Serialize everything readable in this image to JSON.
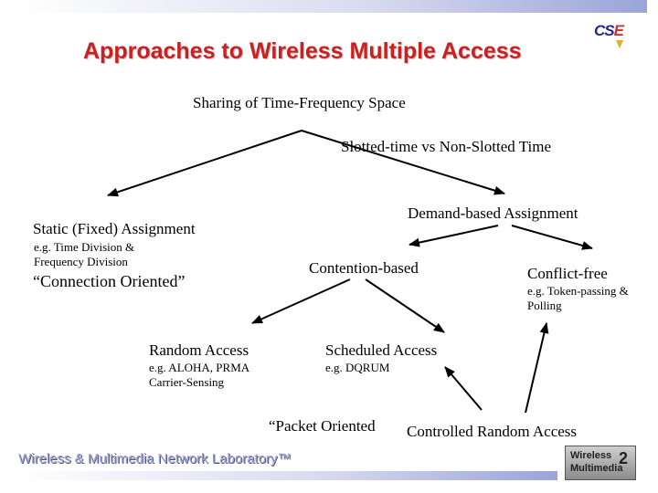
{
  "title": "Approaches to Wireless Multiple Access",
  "logo_text": {
    "main": "CS",
    "accent": "E"
  },
  "root": "Sharing of Time-Frequency Space",
  "split_label": "Slotted-time vs Non-Slotted Time",
  "static": {
    "label": "Static (Fixed) Assignment",
    "example": "e.g. Time Division & Frequency Division",
    "note": "“Connection Oriented”"
  },
  "demand": {
    "label": "Demand-based Assignment"
  },
  "contention": {
    "label": "Contention-based"
  },
  "conflict_free": {
    "label": "Conflict-free",
    "example": "e.g. Token-passing & Polling"
  },
  "random": {
    "label": "Random Access",
    "example": "e.g. ALOHA, PRMA Carrier-Sensing"
  },
  "scheduled": {
    "label": "Scheduled Access",
    "example": "e.g. DQRUM"
  },
  "packet_note": "“Packet Oriented",
  "controlled": {
    "label": "Controlled Random Access"
  },
  "footer": "Wireless & Multimedia Network Laboratory™",
  "footer_logo": {
    "line1": "Wireless",
    "line2": "Multimedia",
    "digit": "2"
  }
}
